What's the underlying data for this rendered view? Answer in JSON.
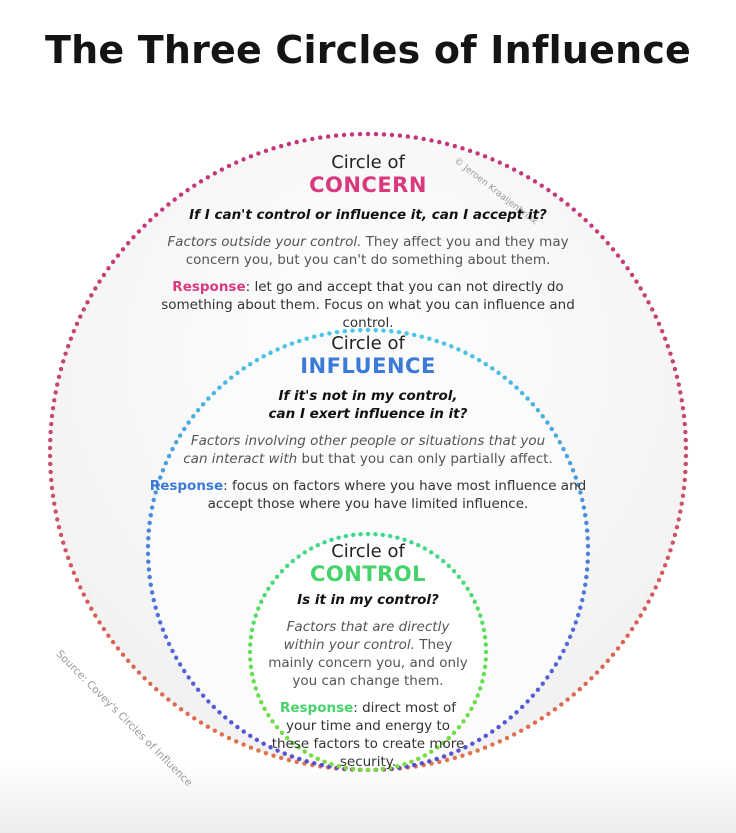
{
  "title": "The Three Circles of Influence",
  "copyright": "© Jeroen Kraaijenbrink",
  "source": "Source: Covey's Circles of Influence",
  "colors": {
    "concern": "#d9397d",
    "influence": "#3b7ad8",
    "control": "#45d36a",
    "concern_dots": [
      "#c2357e",
      "#c94a6b",
      "#e0744a"
    ],
    "influence_dots": [
      "#46c9e6",
      "#4a82d8",
      "#5a4bd2"
    ],
    "control_dots": [
      "#3fd88e",
      "#5fde55",
      "#7adc3c"
    ]
  },
  "concern": {
    "lead": "Circle of",
    "name": "CONCERN",
    "question": "If I can't control or influence it, can I accept it?",
    "factors_em": "Factors outside your control.",
    "factors_rest": " They affect you and they may concern you, but you can't do something about them.",
    "response_label": "Response",
    "response_text": ": let go and accept that you can not directly do something about them. Focus on what you can influence and control."
  },
  "influence": {
    "lead": "Circle of",
    "name": "INFLUENCE",
    "question": "If it's not in my control, can I exert influence in it?",
    "factors_em": "Factors involving other people or situations that you can interact with",
    "factors_rest": " but that you can only partially affect.",
    "response_label": "Response",
    "response_text": ": focus on factors where you have most influence and accept those where you have limited influence."
  },
  "control": {
    "lead": "Circle of",
    "name": "CONTROL",
    "question": "Is it in my control?",
    "factors_em": "Factors that are directly within your control.",
    "factors_rest": " They mainly concern you, and only you can change them.",
    "response_label": "Response",
    "response_text": ": direct most of your time and energy to these factors to create more security."
  }
}
